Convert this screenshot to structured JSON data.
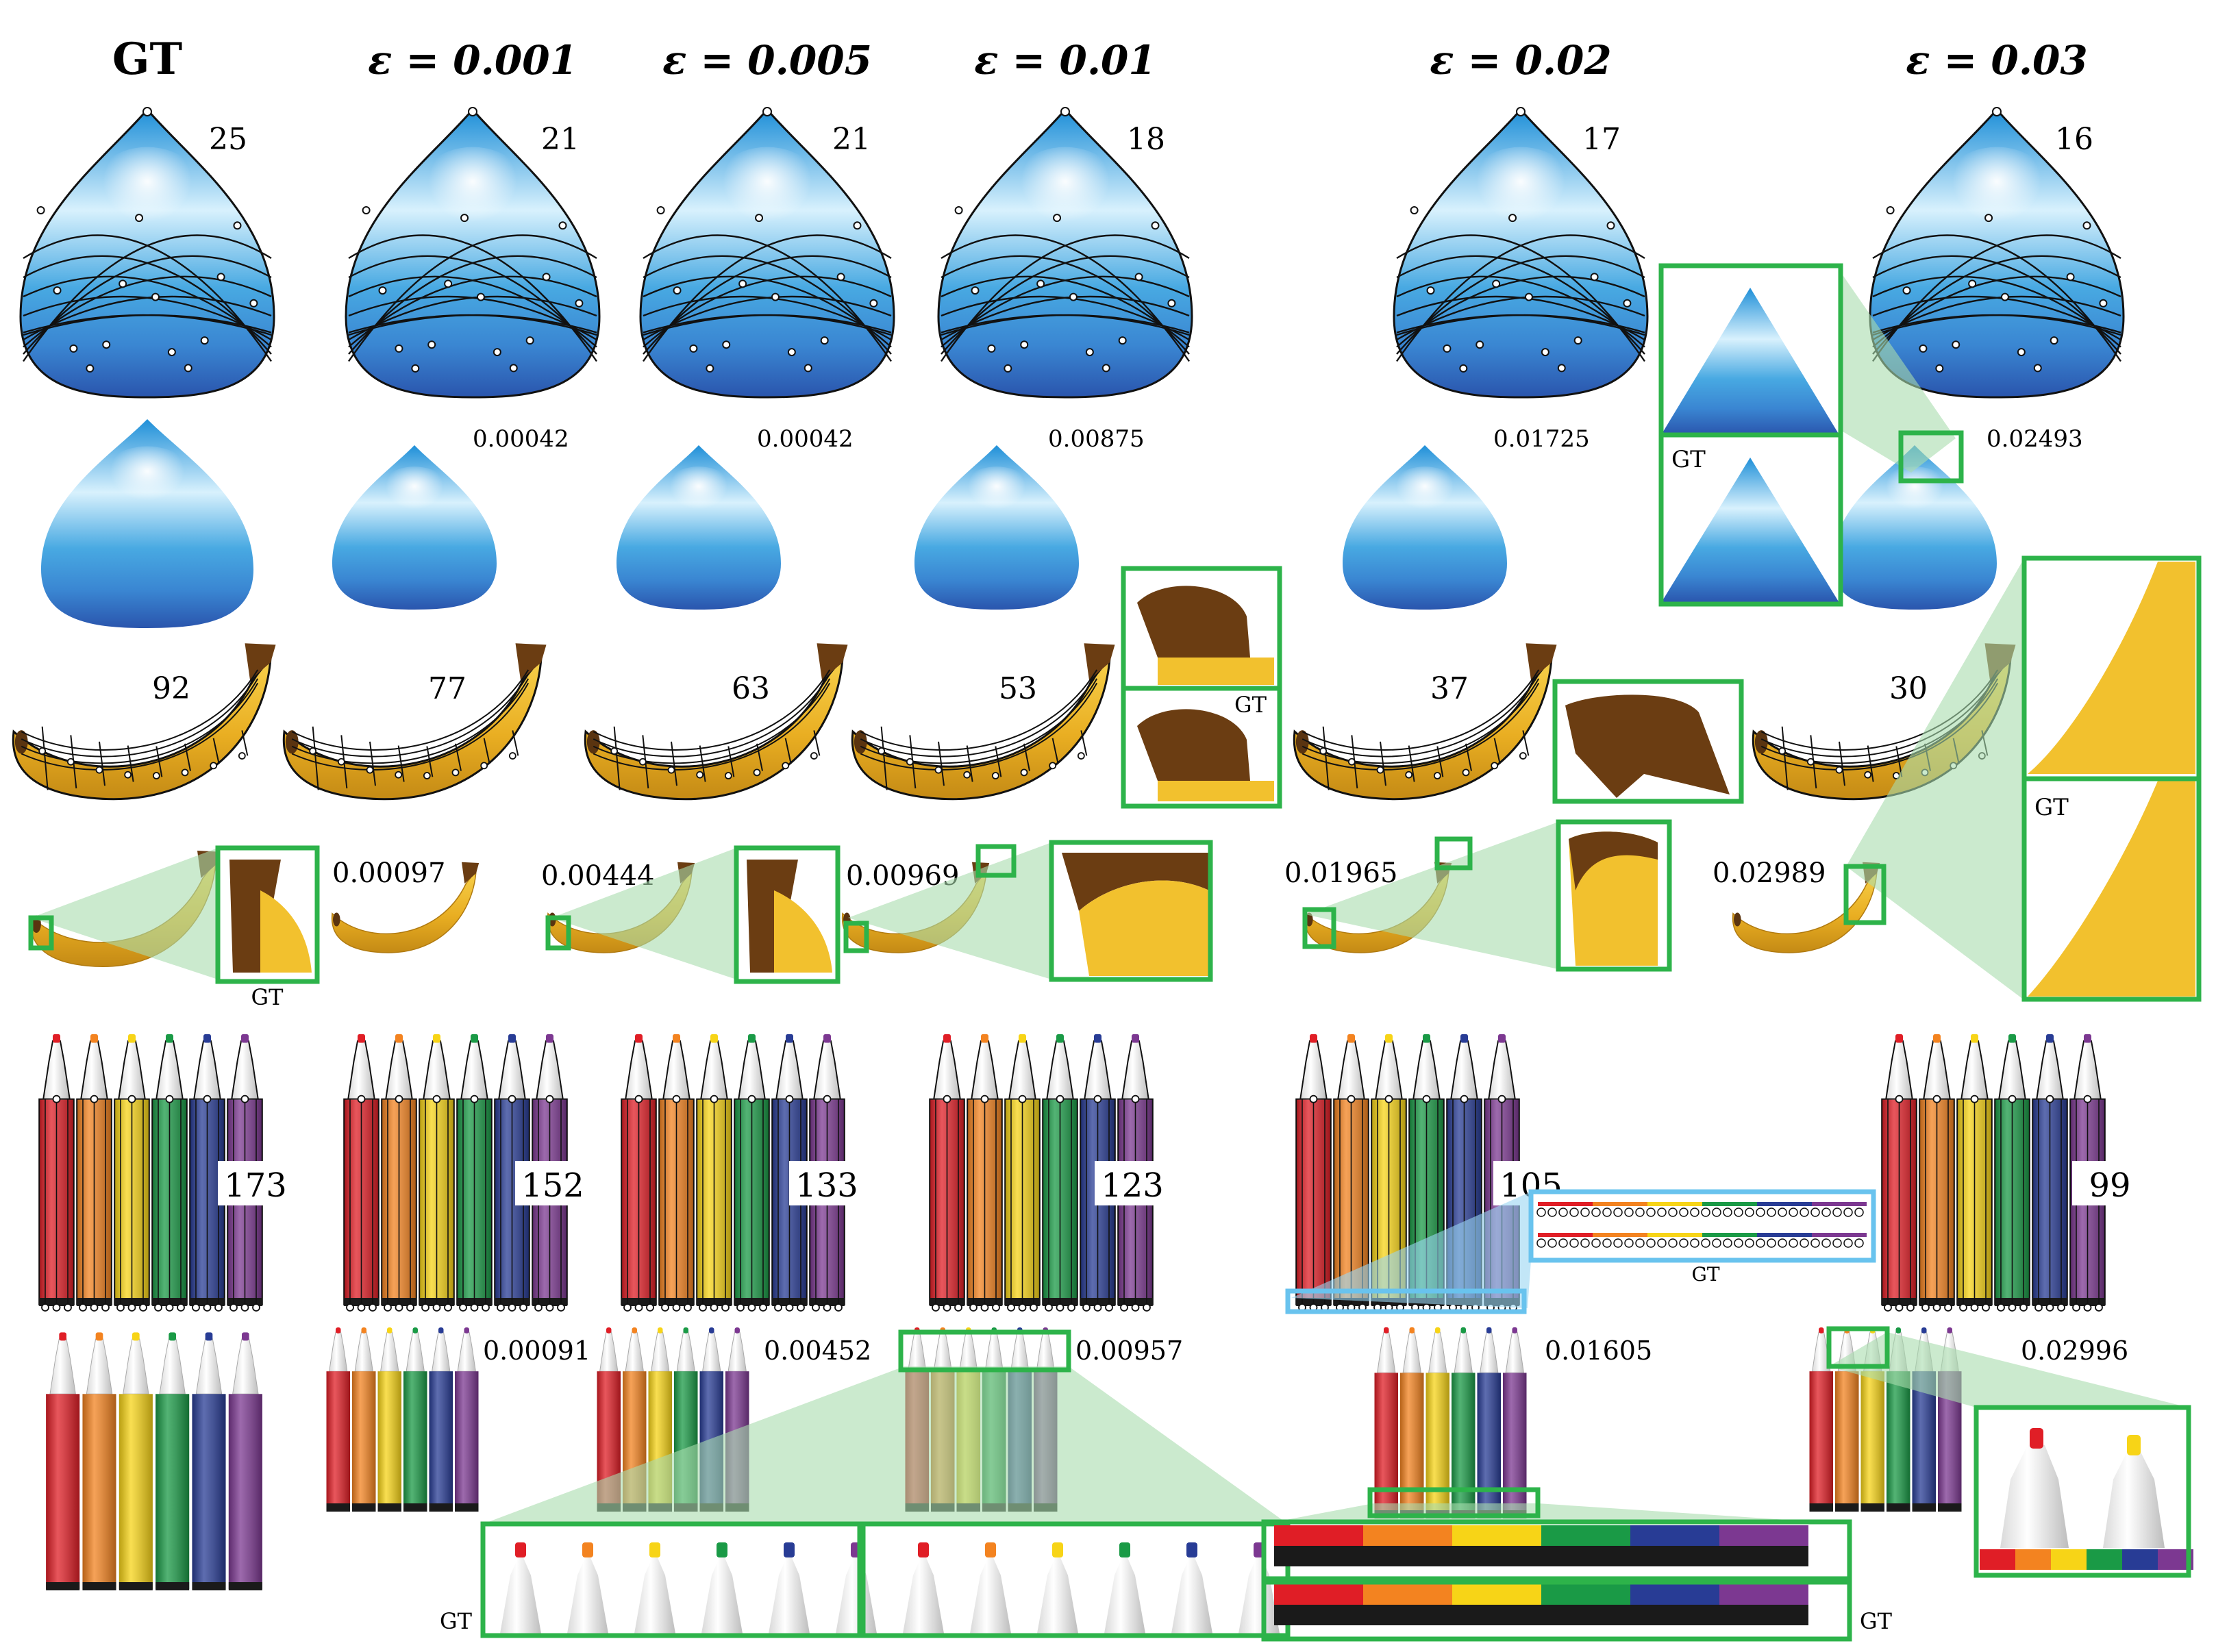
{
  "header": {
    "gt_label": "GT",
    "columns": [
      "ε = 0.001",
      "ε = 0.005",
      "ε = 0.01",
      "ε = 0.02",
      "ε = 0.03"
    ]
  },
  "drop": {
    "patch_counts": [
      "25",
      "21",
      "21",
      "18",
      "17",
      "16"
    ],
    "errors": [
      "0.00042",
      "0.00042",
      "0.00875",
      "0.01725",
      "0.02493"
    ]
  },
  "banana": {
    "patch_counts": [
      "92",
      "77",
      "63",
      "53",
      "37",
      "30"
    ],
    "errors": [
      "0.00097",
      "0.00444",
      "0.00969",
      "0.01965",
      "0.02989"
    ]
  },
  "markers": {
    "patch_counts": [
      "173",
      "152",
      "133",
      "123",
      "105",
      "99"
    ],
    "errors": [
      "0.00091",
      "0.00452",
      "0.00957",
      "0.01605",
      "0.02996"
    ]
  },
  "inset_label": "GT",
  "colors": {
    "drop_light": "#dff3fd",
    "drop_mid": "#45a7e0",
    "drop_dark": "#2b5cb0",
    "banana_yellow": "#f2c12e",
    "banana_dark": "#d99f1c",
    "banana_stem": "#6b3d12",
    "inset_border": "#2db34a",
    "inset_fill": "#a8dcae",
    "inset_blue_border": "#69c3ee",
    "marker_colors": [
      "#e01e26",
      "#f38320",
      "#f7d417",
      "#1a9a46",
      "#283c95",
      "#7c3891"
    ]
  }
}
